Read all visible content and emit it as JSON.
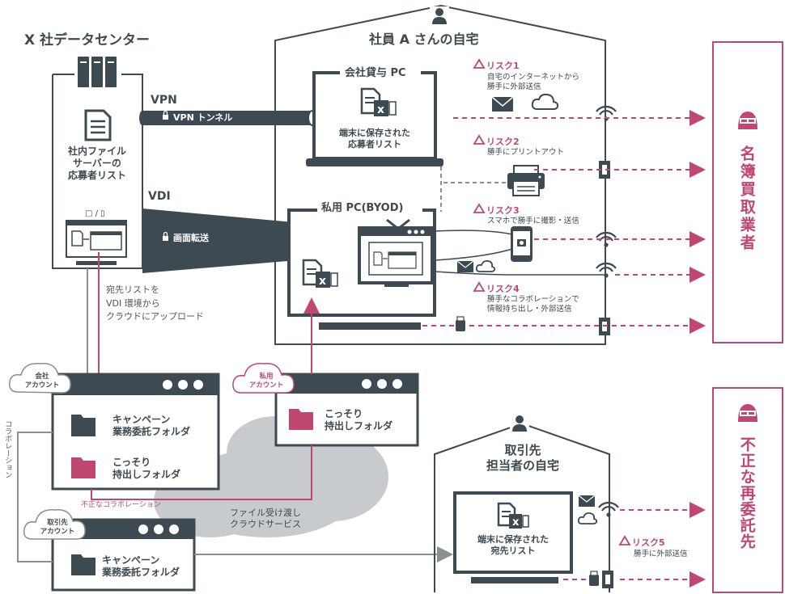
{
  "datacenter": {
    "title": "X 社データセンター",
    "file_server": "社内ファイル\nサーバーの\n応募者リスト",
    "vdi_icon_label": "□ / ▯"
  },
  "connections": {
    "vpn_label": "VPN",
    "vpn_tunnel": "VPN トンネル",
    "vdi_label": "VDI",
    "screen_transfer": "画面転送",
    "upload_note": "宛先リストを\nVDI 環境から\nクラウドにアップロード",
    "collab_vertical": "コラボレーション",
    "unauthorized_collab": "不正なコラボレーション"
  },
  "house_a": {
    "title": "社員 A さんの自宅",
    "company_pc": "会社貸与 PC",
    "company_pc_file": "端末に保存された\n応募者リスト",
    "byod": "私用 PC(BYOD)"
  },
  "risks": [
    {
      "title": "リスク1",
      "desc": "自宅のインターネットから\n勝手に外部送信"
    },
    {
      "title": "リスク2",
      "desc": "勝手にプリントアウト"
    },
    {
      "title": "リスク3",
      "desc": "スマホで勝手に撮影・送信"
    },
    {
      "title": "リスク4",
      "desc": "勝手なコラボレーションで\n情報持ち出し・外部送信"
    },
    {
      "title": "リスク5",
      "desc": "勝手に外部送信"
    }
  ],
  "threats": {
    "top": "名簿買取業者",
    "bottom": "不正な再委託先"
  },
  "cloud_accounts": {
    "company": "会社\nアカウント",
    "private": "私用\nアカウント",
    "partner": "取引先\nアカウント"
  },
  "folders": {
    "campaign": "キャンペーン\n業務委託フォルダ",
    "secret": "こっそり\n持出しフォルダ"
  },
  "cloud_service": "ファイル受け渡し\nクラウドサービス",
  "partner_house": {
    "title": "取引先\n担当者の自宅",
    "file": "端末に保存された\n宛先リスト"
  },
  "colors": {
    "dark": "#3d4a52",
    "pink": "#c0476f",
    "light_gray": "#c8cbcd",
    "mid_gray": "#8a8f92"
  }
}
